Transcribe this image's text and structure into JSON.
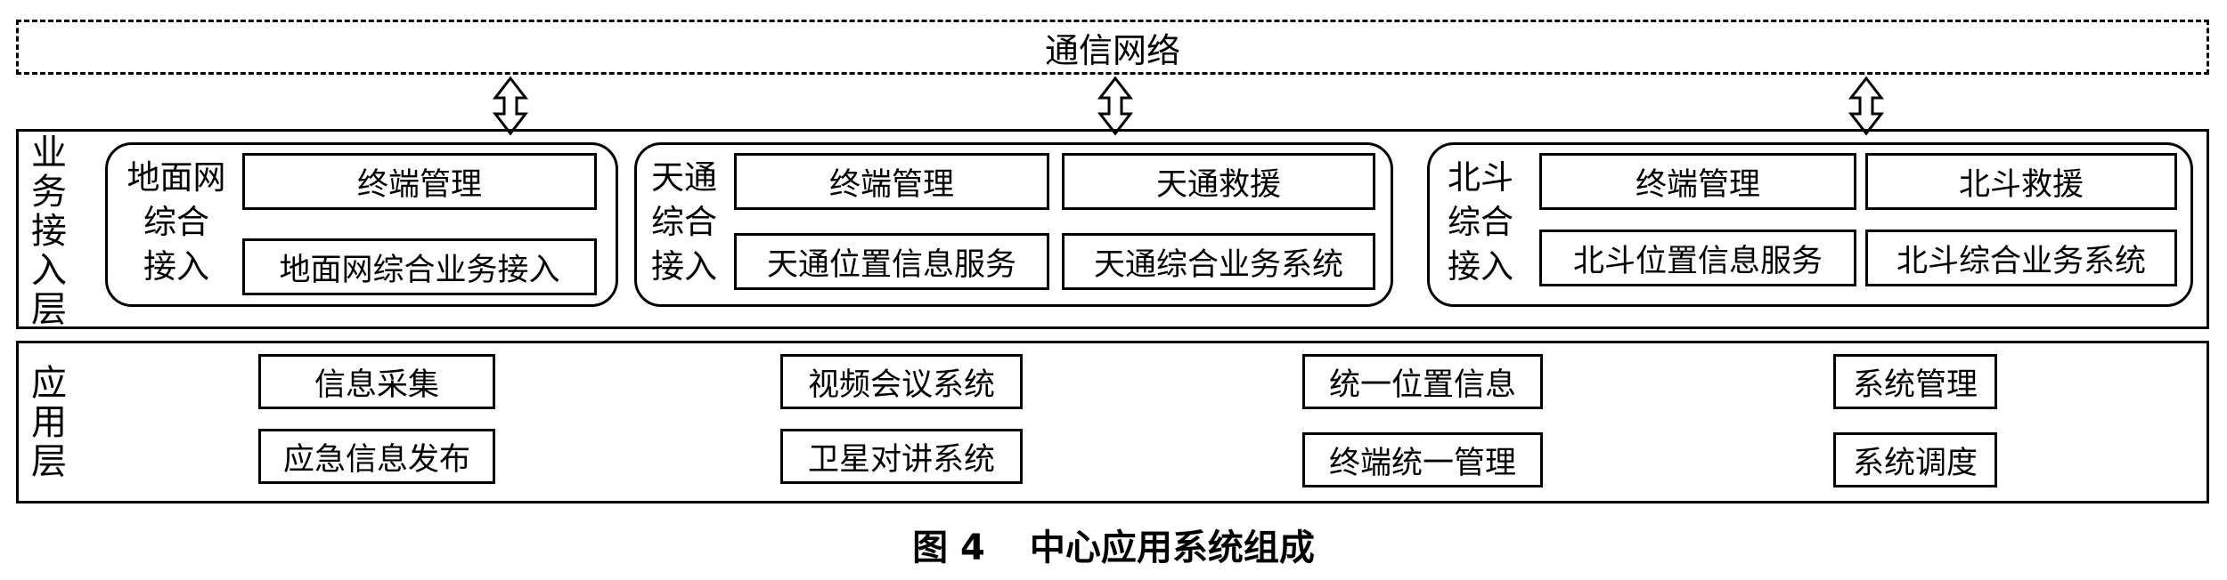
{
  "network": {
    "label": "通信网络"
  },
  "access_layer": {
    "title": [
      "业",
      "务",
      "接",
      "入",
      "层"
    ],
    "groups": [
      {
        "label": [
          "地面网",
          "综合",
          "接入"
        ],
        "boxes": [
          "终端管理",
          "地面网综合业务接入"
        ]
      },
      {
        "label": [
          "天通",
          "综合",
          "接入"
        ],
        "boxes": [
          "终端管理",
          "天通救援",
          "天通位置信息服务",
          "天通综合业务系统"
        ]
      },
      {
        "label": [
          "北斗",
          "综合",
          "接入"
        ],
        "boxes": [
          "终端管理",
          "北斗救援",
          "北斗位置信息服务",
          "北斗综合业务系统"
        ]
      }
    ]
  },
  "app_layer": {
    "title": [
      "应",
      "用",
      "层"
    ],
    "columns": [
      [
        "信息采集",
        "应急信息发布"
      ],
      [
        "视频会议系统",
        "卫星对讲系统"
      ],
      [
        "统一位置信息",
        "终端统一管理"
      ],
      [
        "系统管理",
        "系统调度"
      ]
    ]
  },
  "caption": {
    "figure": "图 4",
    "title": "中心应用系统组成"
  }
}
